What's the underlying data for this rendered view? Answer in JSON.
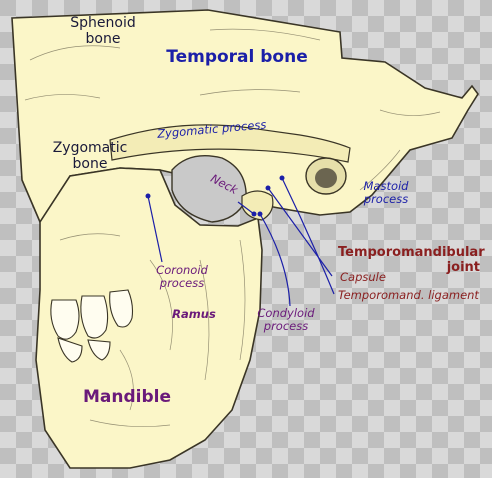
{
  "labels": {
    "sphenoid": "Sphenoid\nbone",
    "temporal": "Temporal bone",
    "zygomatic_bone": "Zygomatic\nbone",
    "zygomatic_process": "Zygomatic process",
    "neck": "Neck",
    "mastoid": "Mastoid\nprocess",
    "tmj": "Temporomandibular\njoint",
    "capsule": "Capsule",
    "ligament": "Temporomand. ligament",
    "coronoid": "Coronoid\nprocess",
    "condyloid": "Condyloid\nprocess",
    "ramus": "Ramus",
    "mandible": "Mandible"
  },
  "colors": {
    "bone_fill": "#fbf6c8",
    "outline": "#3a3526",
    "label_blue": "#1b1fa8",
    "label_purple": "#6a1a7a",
    "label_maroon": "#8a1f1f",
    "pointer_line": "#1b1fa8"
  }
}
